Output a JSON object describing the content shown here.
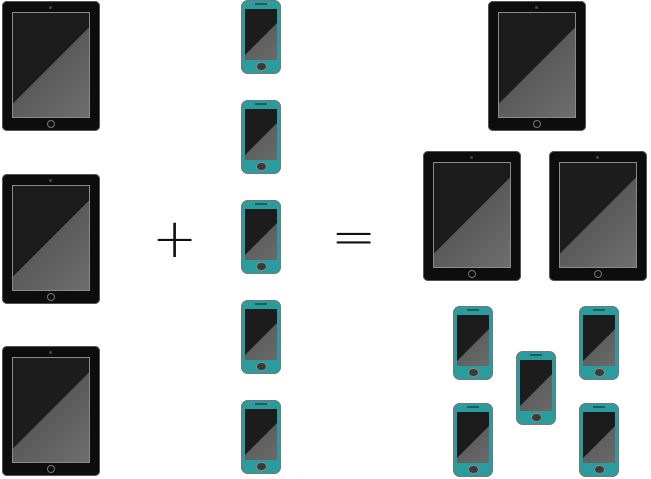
{
  "equation": {
    "left": {
      "tablets": 3
    },
    "middle": {
      "phones": 5
    },
    "plus_symbol": "+",
    "equals_symbol": "=",
    "result": {
      "tablets": 3,
      "phones": 5
    }
  },
  "colors": {
    "phone_body": "#2a9c9d",
    "tablet_body": "#0d0d0d"
  }
}
